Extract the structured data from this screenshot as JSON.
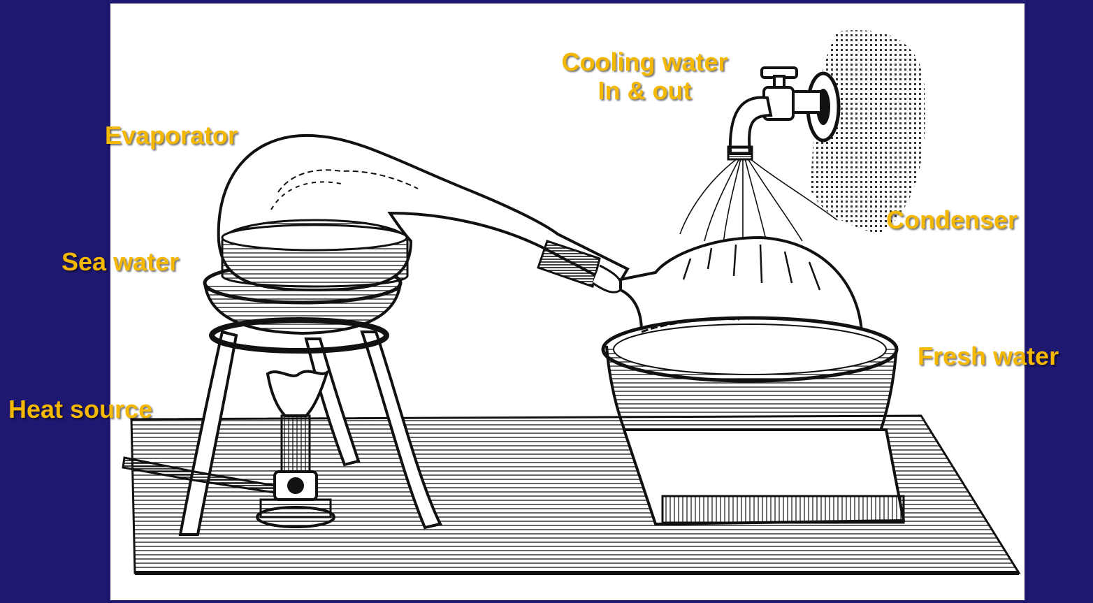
{
  "labels": {
    "cooling_water_line1": "Cooling water",
    "cooling_water_line2": "In & out",
    "evaporator": "Evaporator",
    "condenser": "Condenser",
    "sea_water": "Sea water",
    "fresh_water": "Fresh water",
    "heat_source": "Heat source"
  },
  "colors": {
    "background": "#1e1870",
    "label_text": "#f5b800",
    "illustration_background": "#ffffff",
    "ink": "#111111"
  }
}
